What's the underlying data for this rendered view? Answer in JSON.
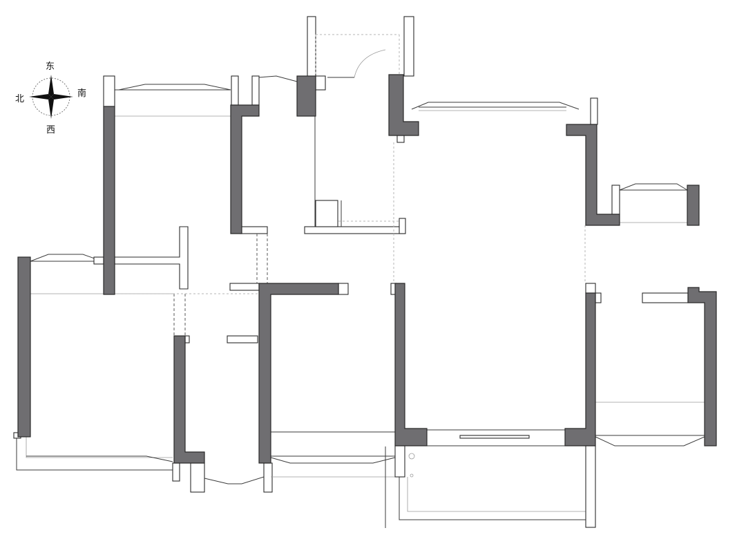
{
  "compass": {
    "east": "东",
    "south": "南",
    "west": "西",
    "north": "北"
  },
  "colors": {
    "wall": "#6f6e71",
    "line": "#2a2a2a",
    "background": "#ffffff"
  },
  "icons": [
    "compass-rose-icon"
  ]
}
